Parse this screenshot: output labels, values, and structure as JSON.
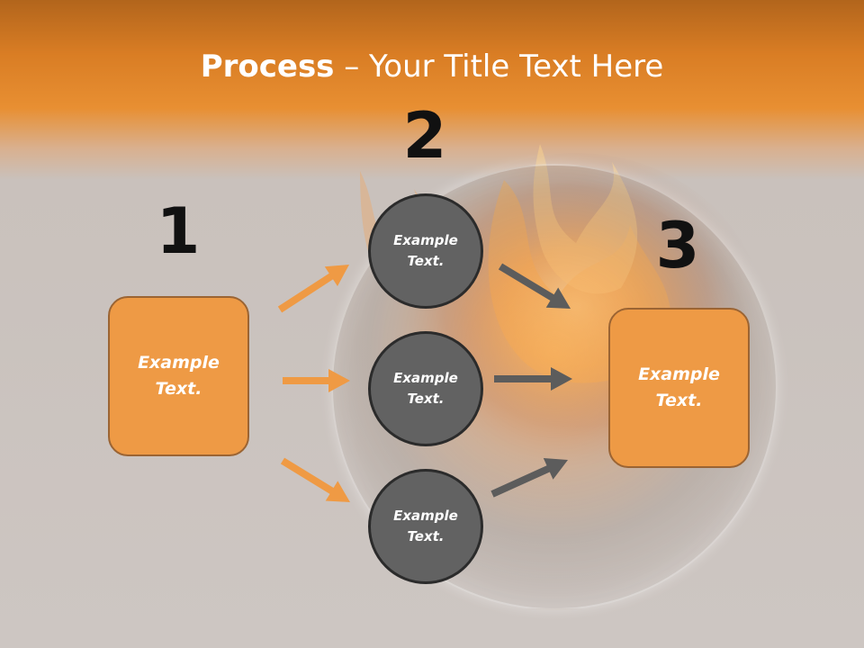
{
  "slide": {
    "title_bold": "Process",
    "title_rest": " – Your Title Text Here"
  },
  "steps": {
    "one": {
      "number": "1",
      "box_text": "Example\nText."
    },
    "two": {
      "number": "2",
      "circles": [
        "Example\nText.",
        "Example\nText.",
        "Example\nText."
      ]
    },
    "three": {
      "number": "3",
      "box_text": "Example\nText."
    }
  },
  "colors": {
    "header_orange": "#e88f32",
    "box_orange": "#ee9a45",
    "circle_gray": "#626262",
    "arrow_orange": "#ef9a44",
    "arrow_gray": "#5c5c5c"
  }
}
